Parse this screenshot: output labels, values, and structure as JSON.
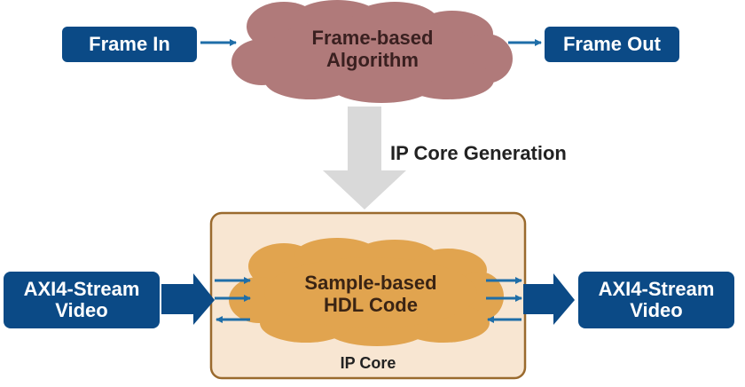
{
  "frame_in": "Frame In",
  "frame_out": "Frame Out",
  "frame_algorithm": "Frame-based\nAlgorithm",
  "generation_label": "IP Core Generation",
  "sample_code": "Sample-based\nHDL Code",
  "ip_core_label": "IP Core",
  "stream_in": "AXI4-Stream\nVideo",
  "stream_out": "AXI4-Stream\nVideo",
  "colors": {
    "box_blue": "#0b4a86",
    "cloud_rose": "#b07a7a",
    "cloud_orange": "#e1a44f",
    "ip_core_fill": "#f8e6d2",
    "ip_core_border": "#9a6a2e",
    "gray_arrow": "#d9d9d9",
    "small_arrow": "#1f6ea8"
  }
}
